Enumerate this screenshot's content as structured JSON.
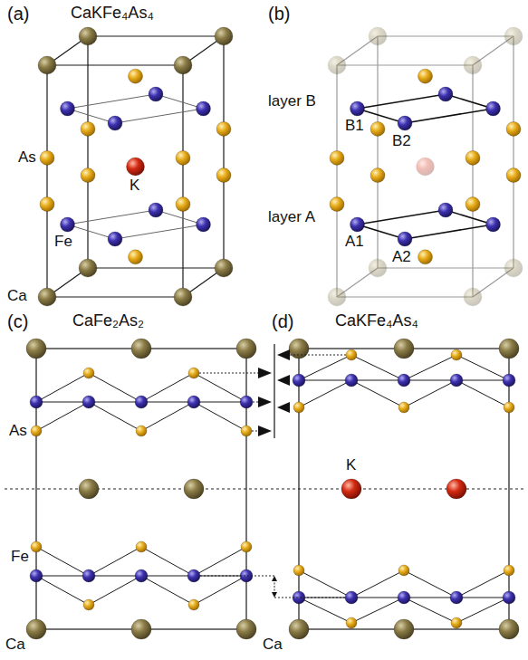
{
  "diagram": {
    "labels": [
      "(a)",
      "CaKFe₄As₄",
      "As",
      "K",
      "Fe",
      "Ca",
      "(b)",
      "layer B",
      "B1",
      "B2",
      "layer A",
      "A1",
      "A2",
      "(c)",
      "CaFe₂As₂",
      "As",
      "Fe",
      "Ca",
      "(d)",
      "CaKFe₄As₄",
      "K",
      "Ca"
    ]
  }
}
